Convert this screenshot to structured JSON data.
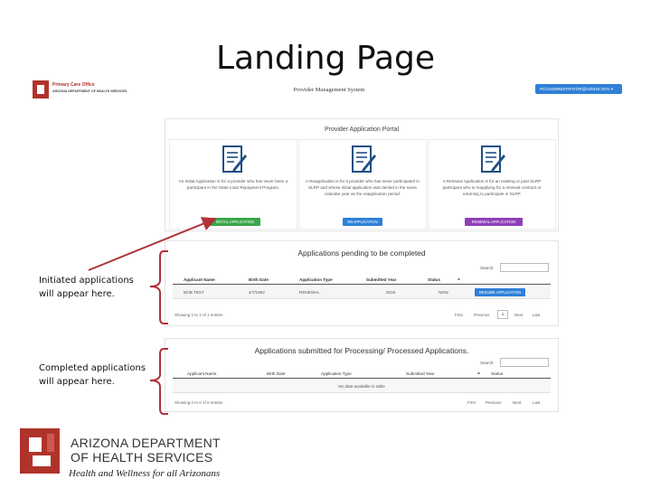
{
  "slide": {
    "title": "Landing Page"
  },
  "screenshot": {
    "header": {
      "logo_title": "Primary Care Office",
      "logo_subtitle": "ARIZONA DEPARTMENT OF HEALTH SERVICES",
      "system_name": "Provider Management System",
      "user_menu": "PCOADMINISTRATOR@AZDHS.GOV ▾"
    },
    "portal": {
      "title": "Provider Application Portal",
      "cards": [
        {
          "description": "An Initial Application is for a provider who has never been a participant in the State Loan Repayment Program.",
          "button": "INITIAL APPLICATION",
          "color": "#3aa54a"
        },
        {
          "description": "A Reapplication is for a provider who has never participated in SLRP and whose initial application was denied in the same calendar year as the reapplication period.",
          "button": "REAPPLICATION",
          "color": "#2f80d8"
        },
        {
          "description": "A Renewal Application is for an existing or past SLRP participant who is reapplying for a renewal contract or returning to participate in SLRP.",
          "button": "RENEWAL APPLICATION",
          "color": "#8e3fb8"
        }
      ]
    },
    "pending": {
      "title": "Applications pending to be completed",
      "search_label": "Search:",
      "columns": [
        "Applicant Name",
        "Birth Date",
        "Application Type",
        "Submitted Year",
        "Status"
      ],
      "rows": [
        {
          "name": "BOB TEST",
          "birth": "4/7/1992",
          "type": "RENEWAL",
          "year": "2019",
          "status": "NEW",
          "action": "RESUME APPLICATION"
        }
      ],
      "info": "Showing 1 to 1 of 1 entries",
      "pagination": {
        "first": "First",
        "previous": "Previous",
        "current": "1",
        "next": "Next",
        "last": "Last"
      }
    },
    "submitted": {
      "title": "Applications submitted for Processing/ Processed Applications.",
      "search_label": "Search:",
      "columns": [
        "Applicant Name",
        "Birth Date",
        "Application Type",
        "Submitted Year",
        "Status"
      ],
      "empty_text": "No data available in table",
      "info": "Showing 0 to 0 of 0 entries",
      "pagination": {
        "first": "First",
        "previous": "Previous",
        "next": "Next",
        "last": "Last"
      }
    }
  },
  "callouts": {
    "initiated": "Initiated applications will appear here.",
    "completed": "Completed applications will appear here."
  },
  "footer": {
    "org_line1": "ARIZONA DEPARTMENT",
    "org_line2": "OF HEALTH SERVICES",
    "tagline": "Health and Wellness for all Arizonans"
  },
  "colors": {
    "brand_red": "#b0332b",
    "primary_blue": "#2f80d8",
    "arrow": "#b0333b"
  }
}
